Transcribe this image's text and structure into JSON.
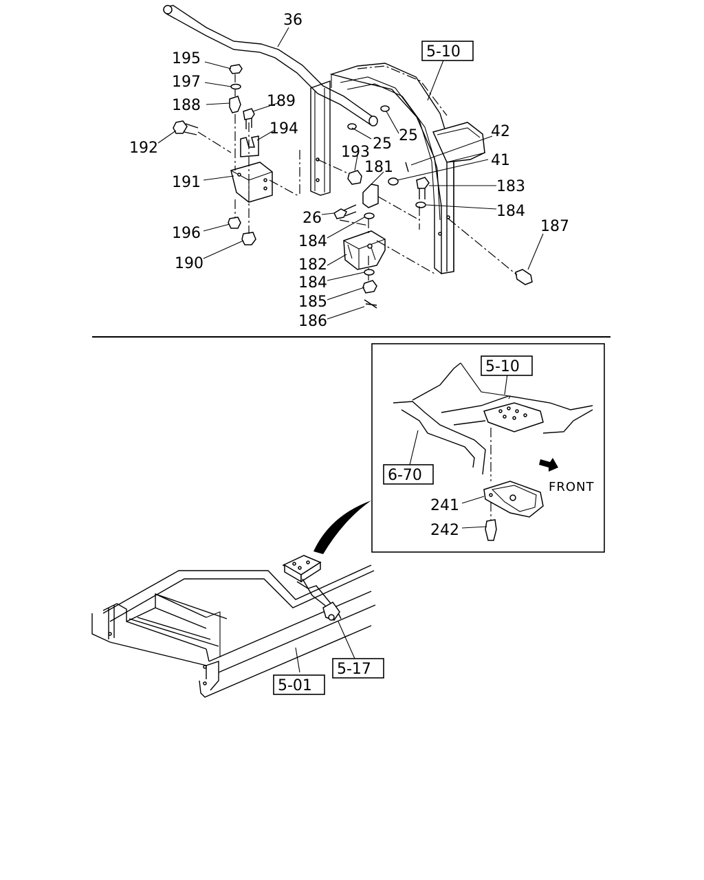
{
  "callouts": {
    "c36": "36",
    "c195": "195",
    "c197": "197",
    "c188": "188",
    "c189": "189",
    "c194": "194",
    "c192": "192",
    "c191": "191",
    "c196": "196",
    "c190": "190",
    "c193": "193",
    "c181": "181",
    "c26": "26",
    "c184a": "184",
    "c182": "182",
    "c184b": "184",
    "c185": "185",
    "c186": "186",
    "c25a": "25",
    "c25b": "25",
    "c42": "42",
    "c41": "41",
    "c183": "183",
    "c184c": "184",
    "c187": "187",
    "c241": "241",
    "c242": "242"
  },
  "references": {
    "r510_top": "5-10",
    "r510_inset": "5-10",
    "r670": "6-70",
    "r517": "5-17",
    "r501": "5-01"
  },
  "inset": {
    "front_label": "FRONT"
  }
}
